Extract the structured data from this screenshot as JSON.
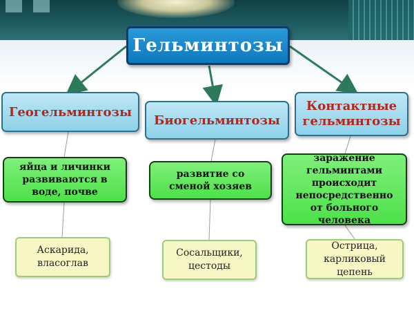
{
  "root": {
    "label": "Гельминтозы"
  },
  "categories": [
    {
      "label": "Геогельминтозы",
      "description": "яйца и личинки\nразвиваются в\nводе, почве",
      "examples": "Аскарида,\nвласоглав"
    },
    {
      "label": "Биогельминтозы",
      "description": "развитие со\nсменой хозяев",
      "examples": "Сосальщики,\nцестоды"
    },
    {
      "label": "Контактные\nгельминтозы",
      "description": "заражение\nгельминтами\nпроисходит\nнепосредственно\nот больного\nчеловека",
      "examples": "Острица,\nкарликовый\nцепень"
    }
  ],
  "colors": {
    "root_fill": "#1a86cb",
    "category_fill": "#a6dcef",
    "category_text": "#b0281e",
    "description_fill": "#5ae656",
    "example_fill": "#f7f7c6",
    "arrow": "#2c7a5a"
  }
}
